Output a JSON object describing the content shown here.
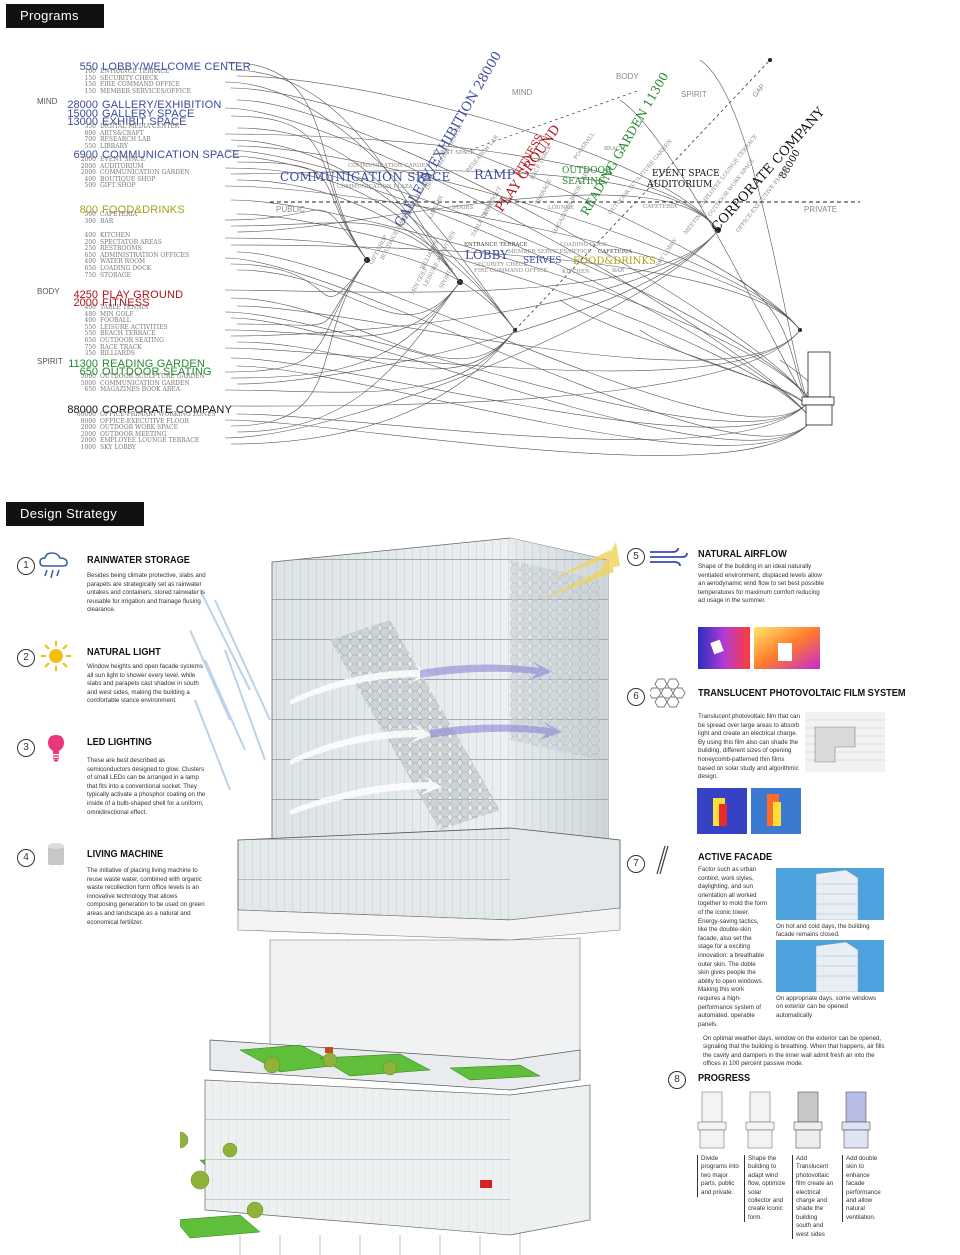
{
  "headers": {
    "programs": "Programs",
    "design_strategy": "Design Strategy"
  },
  "programs": {
    "groups": {
      "mind": "MIND",
      "body": "BODY",
      "spirit": "SPIRIT"
    },
    "list": [
      {
        "num": "550",
        "name": "LOBBY/WELCOME CENTER",
        "color": "#3b4a9c",
        "subs": [
          [
            "100",
            "ENTRANCE TERRACE"
          ],
          [
            "150",
            "SECURITY CHECK"
          ],
          [
            "150",
            "FIRE COMMAND OFFICE"
          ],
          [
            "150",
            "MEMBER SERVICES/OFFICE"
          ]
        ]
      },
      {
        "num": "28000",
        "name": "GALLERY/EXHIBITION",
        "color": "#3b4a9c",
        "subs": []
      },
      {
        "num": "15000",
        "name": "GALLERY SPACE",
        "color": "#3b4a9c",
        "subs": []
      },
      {
        "num": "13000",
        "name": "EXHIBIT SPACE",
        "color": "#3b4a9c",
        "subs": [
          [
            "350",
            "DIGITAL MEDIA CENTER"
          ],
          [
            "800",
            "ARTS&CRAFT"
          ],
          [
            "700",
            "RESEARCH LAB"
          ],
          [
            "550",
            "LIBRARY"
          ]
        ]
      },
      {
        "num": "6900",
        "name": "COMMUNICATION SPACE",
        "color": "#3b4a9c",
        "subs": [
          [
            "2000",
            "EVENT SPACE"
          ],
          [
            "2000",
            "AUDITORIUM"
          ],
          [
            "2000",
            "COMMUNICATION GARDEN"
          ],
          [
            "400",
            "BOUTIQUE SHOP"
          ],
          [
            "500",
            "GIFT SHOP"
          ]
        ]
      },
      {
        "num": "800",
        "name": "FOOD&DRINKS",
        "color": "#a7a21a",
        "subs": [
          [
            "500",
            "CAFETERIA"
          ],
          [
            "300",
            "BAR"
          ]
        ]
      },
      {
        "num": "",
        "name": "",
        "color": "#888",
        "subs": [
          [
            "400",
            "KITCHEN"
          ],
          [
            "200",
            "SPECTATOR AREAS"
          ],
          [
            "250",
            "RESTROOMS"
          ],
          [
            "650",
            "ADMINISTRATION OFFICES"
          ],
          [
            "400",
            "WATER ROOM"
          ],
          [
            "650",
            "LOADING DOCK"
          ],
          [
            "750",
            "STORAGE"
          ]
        ]
      },
      {
        "num": "4250",
        "name": "PLAY GROUND",
        "color": "#b3101a",
        "subs": []
      },
      {
        "num": "2000",
        "name": "FITNESS",
        "color": "#b3101a",
        "subs": [
          [
            "400",
            "TABLE TENNIS"
          ],
          [
            "480",
            "MIN GOLF"
          ],
          [
            "400",
            "FOOBALL"
          ],
          [
            "550",
            "LEISURE ACTIVITIES"
          ],
          [
            "550",
            "BEACH TERRACE"
          ],
          [
            "650",
            "OUTDOOR SEATING"
          ],
          [
            "750",
            "RACE TRACK"
          ],
          [
            "350",
            "BILLIARDS"
          ]
        ]
      },
      {
        "num": "11300",
        "name": "READING GARDEN",
        "color": "#258a2c",
        "subs": []
      },
      {
        "num": "650",
        "name": "OUTDOOR SEATING",
        "color": "#258a2c",
        "subs": [
          [
            "5000",
            "OUTDOOR SCULPTURE GARDEN"
          ],
          [
            "5000",
            "COMMUNICATION GARDEN"
          ],
          [
            "650",
            "MAGAZINES BOOK AREA"
          ]
        ]
      },
      {
        "num": "88000",
        "name": "CORPORATE COMPANY",
        "color": "#111",
        "subs": [
          [
            "80000",
            "OFFICE-PRIMARY WORKING ZONES"
          ],
          [
            "8000",
            "OFFICE-EXECUTIVE FLOOR"
          ],
          [
            "2000",
            "OUTDOOR WORK SPACE"
          ],
          [
            "2000",
            "OUTDOOR MEETING"
          ],
          [
            "2000",
            "EMPLOYEE LOUNGE TERRACE"
          ],
          [
            "1000",
            "SKY LOBBY"
          ]
        ]
      }
    ],
    "diagram": {
      "axis_public": "PUBLIC",
      "axis_private": "PRIVATE",
      "mind": "MIND",
      "body": "BODY",
      "spirit": "SPIRIT",
      "gap": "GAP",
      "communication_space": "COMMUNICATION SPACE",
      "communication_garden": "COMMUNICATION GARDEN",
      "communication_plaza": "COMMUNICATION PLAZA",
      "gallery": "GALLERY/EXHIBITION 28000",
      "ramp": "RAMP",
      "fitness": "FITNESS",
      "play_ground": "PLAY GROUND",
      "reading_garden": "READING GARDEN 11300",
      "outdoor": "OUTDOOR",
      "seating": "SEATING",
      "event_space": "EVENT SPACE",
      "auditorium": "AUDITORIUM",
      "corporate": "CORPORATE COMPANY",
      "corporate_num": "88000",
      "lobby": "LOBBY",
      "serves": "SERVES",
      "food_drinks": "FOOD&DRINKS",
      "entrance_terrace": "ENTRANCE TERRACE",
      "security_check": "SECURITY CHECK",
      "fire_command": "FIRE COMMAND OFFICE",
      "member_services": "MEMBER SERVICES/OFFICE",
      "cafeteria": "CAFETERIA",
      "kitchen": "KITCHEN",
      "bar": "BAR",
      "loading_dock": "LOADING DOCK",
      "stairs": "STAIRS",
      "lounge": "LOUNGE",
      "beach": "BEACH",
      "cafeteria2": "CAFETERIA",
      "sky_lobby": "SKY LOBBY",
      "event_space_small": "EVENT SPACE",
      "gift_shop": "GIFT SHOP",
      "boutique": "BOUTIQUE SHOP",
      "race_track": "RACE TRACK",
      "work_out": "WORK OUT",
      "billiards": "BILLIARDS",
      "min_golf": "MIN GOLF",
      "sports": "SPORTS",
      "table_tennis": "TABLE TENNIS",
      "leisure": "LEISURE ACTIVITIES",
      "terrace": "TERRACE",
      "digital_media": "DIGITAL MEDIA CENTER",
      "research_lab": "RESEARCH LAB",
      "library": "LIBRARY",
      "arts_craft": "ARTS&CRAFT",
      "magazines": "MAGAZINES BOOK AREA",
      "sculpture": "OUTDOOR SCULPTURE GARDEN",
      "foosball": "FOOSBALL",
      "employee_lounge": "EMPLOYEE LOUNGE TERRACE",
      "outdoor_work": "OUTDOOR WORK SPACE",
      "executive_floor": "OFFICE-EXECUTIVE FLOOR",
      "meeting": "MEETING"
    }
  },
  "strategy": {
    "items": [
      {
        "num": "1",
        "title": "RAINWATER STORAGE",
        "icon": "rain-cloud-icon",
        "body": "Besides being climate protective, slabs and parapets are strategically set as rainwater untakes and containers, stored rainwater is reusable for irrigation and frainage flusing clearance."
      },
      {
        "num": "2",
        "title": "NATURAL LIGHT",
        "icon": "sun-icon",
        "body": "Window heights and open facade systems all sun light to shower every level. while slabs and parapets cast shadow in south and west sides, making the building a comfortable stance environment."
      },
      {
        "num": "3",
        "title": "LED LIGHTING",
        "icon": "bulb-icon",
        "body": "These are best described as semiconductors designed to glow. Clusters of small LEDs can be arranged in a lamp that fits into a conventional socket. They typically activate a phosphor coating on the inside of a bulb-shaped shell for a uniform, omnidirectional effect."
      },
      {
        "num": "4",
        "title": "LIVING MACHINE",
        "icon": "tank-icon",
        "body": "The initiative of placing living machine to reuse waste water, combined with organic waste recollection form office levels is an innovative technology that allows composing generation to be used on green areas and landscape as a natural and economical fertilizer."
      },
      {
        "num": "5",
        "title": "NATURAL AIRFLOW",
        "icon": "wind-icon",
        "body": "Shape of the building in an ideal naturally ventiated environment, displaced levels allow an aerodynamic wind flow to set best possible temperatures for maximum comfort reducing ad usage in the summer."
      },
      {
        "num": "6",
        "title": "TRANSLUCENT PHOTOVOLTAIC FILM SYSTEM",
        "icon": "honeycomb-icon",
        "body": "Translucent photovoltaic film that can be spread over large areas to absorb light and create an electrical charge. By using this film also can shade the building, different sizes of opening honeycomb-patterned thin films based on solar study and algorithmic design."
      },
      {
        "num": "7",
        "title": "ACTIVE FACADE",
        "icon": "facade-icon",
        "body": "Factor such as urban context, work styles, daylighting, and sun orientation all worked together to mold the form of the iconic tower. Energy-saving tactics, like the double-skin facade, also set the stage for a exciting innovation: a breathable outer skin. The doble skin gives people the ability to open windows. Making this work requires a high-performance system of automated. operable panels."
      },
      {
        "num": "8",
        "title": "PROGRESS",
        "icon": "",
        "body": ""
      }
    ],
    "facade_captions": {
      "closed": "On hot and cold days, the building facade remains closed.",
      "open": "On appropriate days, some windows on exterior can be opened automatically",
      "optimal": "On optimal weather days, window on the exterior can be opened, signaling that the building is breathing. When that happens, air fills the cavity and dampers in the inner wall admit fresh air into the offices in 100 percent passive mode."
    },
    "progress_steps": [
      "Divide programs into two major parts, public and private.",
      "Shape the building to adapt wind flow, optimize solar collector and create iconic form.",
      "Add Translucent photovoltaic film create an electrical charge and shade the building south and west sides",
      "Add double skin to enhance facade performance and allow natural ventilation."
    ]
  },
  "colors": {
    "public_blue": "#3b4a9c",
    "body_red": "#b3101a",
    "spirit_green": "#258a2c",
    "food_gold": "#a7a21a"
  }
}
